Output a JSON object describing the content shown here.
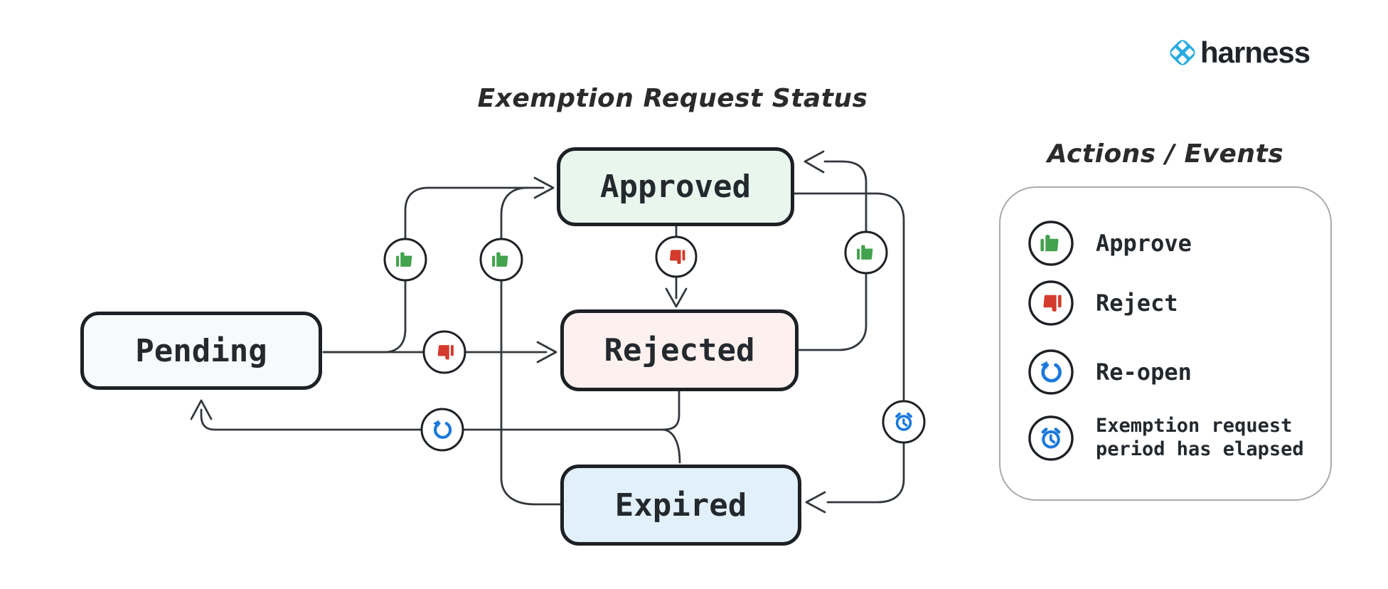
{
  "diagram": {
    "title": "Exemption Request Status",
    "states": [
      {
        "id": "pending",
        "label": "Pending",
        "fill": "#f7f9fb"
      },
      {
        "id": "approved",
        "label": "Approved",
        "fill": "#e9f6ee"
      },
      {
        "id": "rejected",
        "label": "Rejected",
        "fill": "#fdf1ef"
      },
      {
        "id": "expired",
        "label": "Expired",
        "fill": "#e2f0fb"
      }
    ],
    "transitions": [
      {
        "from": "Pending",
        "to": "Approved",
        "action": "Approve"
      },
      {
        "from": "Pending",
        "to": "Rejected",
        "action": "Reject"
      },
      {
        "from": "Approved",
        "to": "Rejected",
        "action": "Reject"
      },
      {
        "from": "Rejected",
        "to": "Approved",
        "action": "Approve"
      },
      {
        "from": "Expired",
        "to": "Approved",
        "action": "Approve"
      },
      {
        "from": "Approved",
        "to": "Expired",
        "action": "Exemption request period has elapsed"
      },
      {
        "from": "Rejected",
        "to": "Pending",
        "action": "Re-open"
      },
      {
        "from": "Expired",
        "to": "Pending",
        "action": "Re-open"
      }
    ]
  },
  "legend": {
    "title": "Actions / Events",
    "items": [
      {
        "icon": "thumbs-up-icon",
        "label": "Approve",
        "color": "#42a24d"
      },
      {
        "icon": "thumbs-down-icon",
        "label": "Reject",
        "color": "#d43b2c"
      },
      {
        "icon": "reopen-icon",
        "label": "Re-open",
        "color": "#1b79db"
      },
      {
        "icon": "alarm-clock-icon",
        "label": "Exemption request period has elapsed",
        "color": "#1b79db"
      }
    ]
  },
  "logo": {
    "brand": "harness",
    "icon_color": "#29abe2",
    "text_color": "#20242a"
  },
  "colors": {
    "approve_green": "#42a24d",
    "reject_red": "#d43b2c",
    "event_blue": "#1b79db",
    "edge_line": "#33383d",
    "box_border": "#1d2125",
    "legend_border": "#ababab"
  }
}
